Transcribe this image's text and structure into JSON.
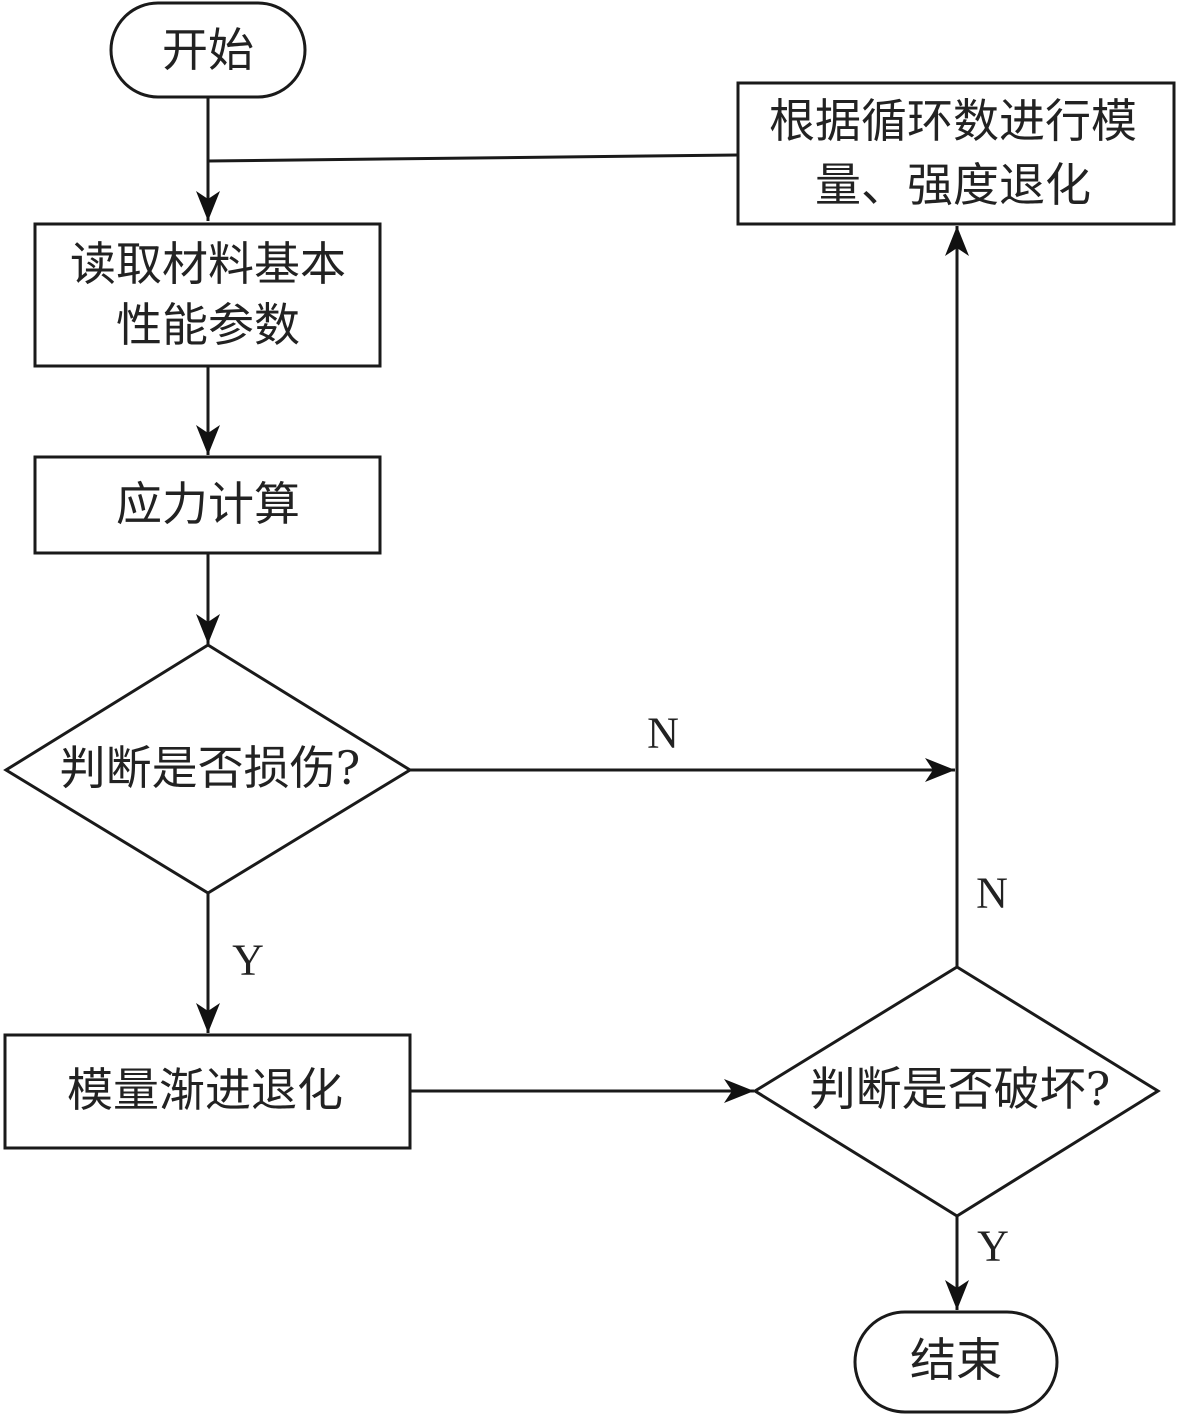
{
  "diagram": {
    "type": "flowchart",
    "nodes": {
      "start": {
        "kind": "terminal",
        "label": "开始"
      },
      "read_params": {
        "kind": "process",
        "lines": [
          "读取材料基本",
          "性能参数"
        ]
      },
      "stress_calc": {
        "kind": "process",
        "label": "应力计算"
      },
      "damage_check": {
        "kind": "decision",
        "label": "判断是否损伤?"
      },
      "modulus_degradation": {
        "kind": "process",
        "label": "模量渐进退化"
      },
      "failure_check": {
        "kind": "decision",
        "label": "判断是否破坏?"
      },
      "cycle_degradation": {
        "kind": "process",
        "lines": [
          "根据循环数进行模",
          "量、强度退化"
        ]
      },
      "end": {
        "kind": "terminal",
        "label": "结束"
      }
    },
    "edges": [
      {
        "from": "start",
        "to": "read_params",
        "label": ""
      },
      {
        "from": "read_params",
        "to": "stress_calc",
        "label": ""
      },
      {
        "from": "stress_calc",
        "to": "damage_check",
        "label": ""
      },
      {
        "from": "damage_check",
        "to": "modulus_degradation",
        "label": "Y"
      },
      {
        "from": "damage_check",
        "to": "cycle_degradation",
        "label": "N"
      },
      {
        "from": "modulus_degradation",
        "to": "failure_check",
        "label": ""
      },
      {
        "from": "failure_check",
        "to": "cycle_degradation",
        "label": "N"
      },
      {
        "from": "failure_check",
        "to": "end",
        "label": "Y"
      },
      {
        "from": "cycle_degradation",
        "to": "read_params",
        "label": ""
      }
    ],
    "edge_labels": {
      "damage_no": "N",
      "damage_yes": "Y",
      "failure_no": "N",
      "failure_yes": "Y"
    }
  }
}
